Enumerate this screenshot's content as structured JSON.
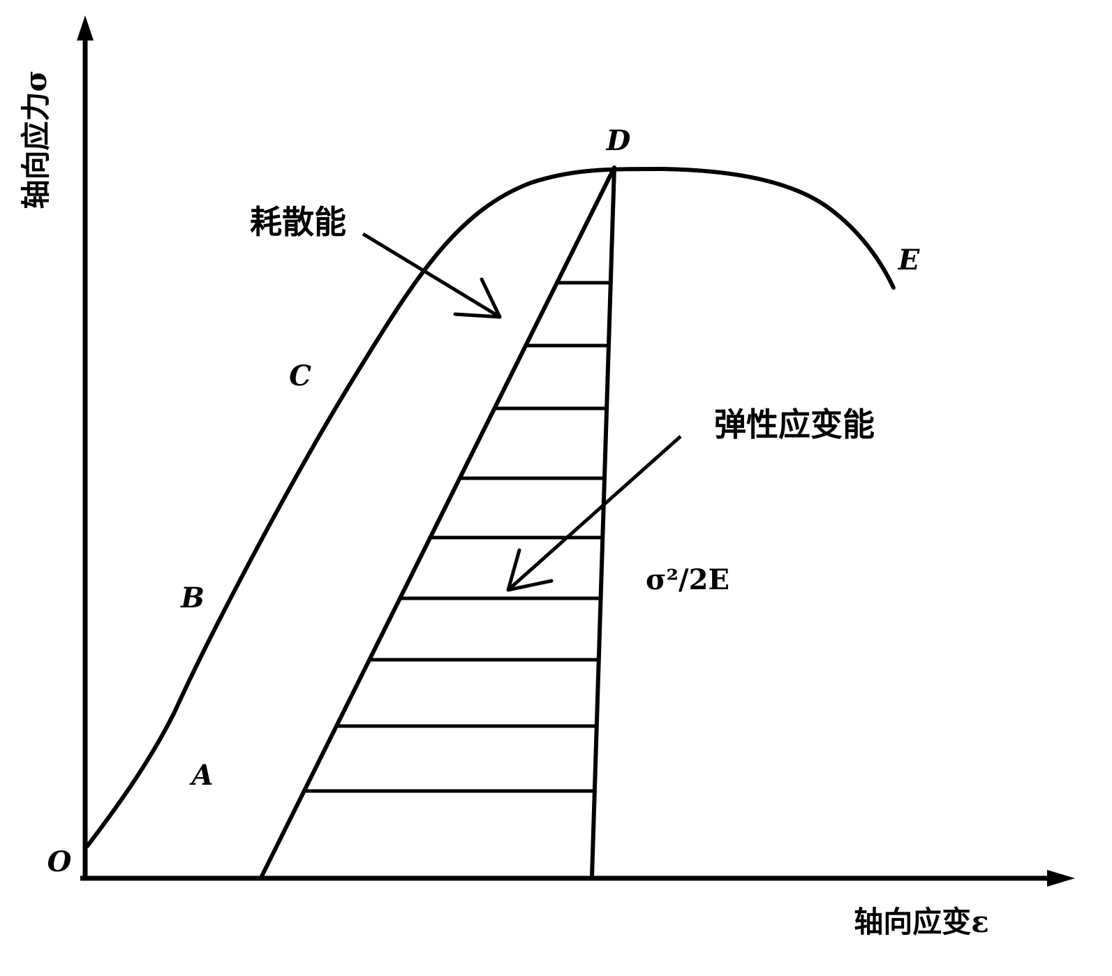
{
  "axes": {
    "y_label": "轴向应力σ",
    "x_label": "轴向应变ε",
    "origin": "O"
  },
  "points": {
    "A": "A",
    "B": "B",
    "C": "C",
    "D": "D",
    "E": "E"
  },
  "annotations": {
    "dissipated_energy": "耗散能",
    "elastic_strain_energy": "弹性应变能",
    "elastic_formula": "σ²/2E"
  },
  "hatch_count": 9
}
